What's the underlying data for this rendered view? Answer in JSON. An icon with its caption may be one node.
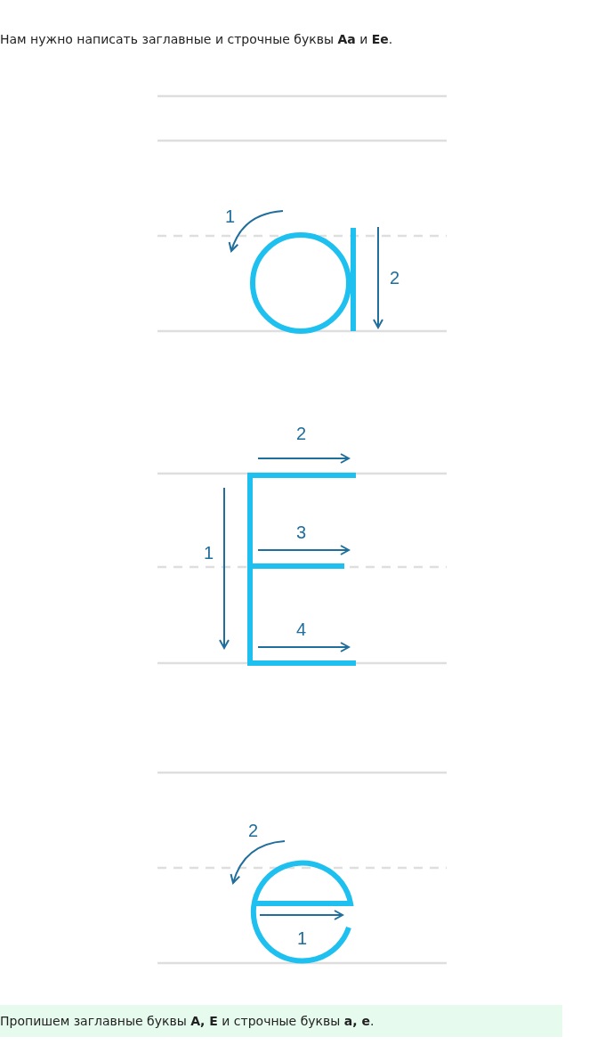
{
  "diagram": {
    "labels": [
      "Нам нужно написать заглавные и строчные буквы **Аа** и **Ее**.",
      "1",
      "2",
      "2",
      "3",
      "1",
      "4",
      "2",
      "1",
      "Пропишем заглавные буквы **А, Е** и строчные буквы **а, е**."
    ]
  }
}
